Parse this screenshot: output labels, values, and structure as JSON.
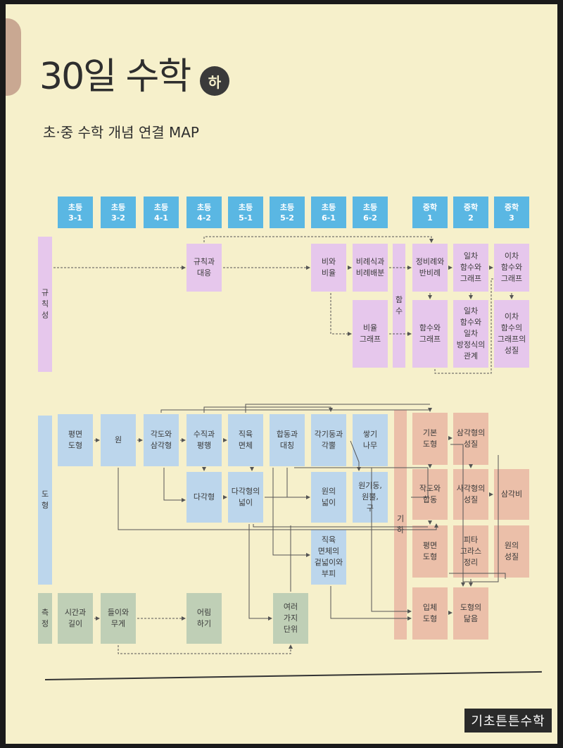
{
  "title": "30일 수학",
  "title_badge": "하",
  "subtitle": "초·중 수학 개념 연결 MAP",
  "headers": [
    "초등\n3-1",
    "초등\n3-2",
    "초등\n4-1",
    "초등\n4-2",
    "초등\n5-1",
    "초등\n5-2",
    "초등\n6-1",
    "초등\n6-2",
    "중학\n1",
    "중학\n2",
    "중학\n3"
  ],
  "sections": {
    "regularity": "규\n칙\n성",
    "function": "함\n수",
    "figure": "도\n형",
    "geometry": "기\n하",
    "measure": "측\n정"
  },
  "boxes": {
    "rule_relation": "규칙과\n대응",
    "ratio": "비와\n비율",
    "proportion": "비례식과\n비례배분",
    "ratio_graph": "비율\n그래프",
    "direct_inverse": "정비례와\n반비례",
    "func_graph": "함수와\n그래프",
    "linear_func": "일차\n함수와\n그래프",
    "linear_eq": "일차\n함수와\n일차\n방정식의\n관계",
    "quad_func": "이차\n함수와\n그래프",
    "quad_props": "이차\n함수의\n그래프의\n성질",
    "plane_figure": "평면\n도형",
    "circle": "원",
    "angle_triangle": "각도와\n삼각형",
    "perp_parallel": "수직과\n평행",
    "cuboid": "직육\n면체",
    "congruence": "합동과\n대칭",
    "prism_pyramid": "각기둥과\n각뿔",
    "stacking": "쌓기\n나무",
    "polygon": "다각형",
    "polygon_area": "다각형의\n넓이",
    "circle_area": "원의\n넓이",
    "cyl_cone": "원기둥,\n원뿔,\n구",
    "cuboid_volume": "직육\n면체의\n겉넓이와\n부피",
    "basic_figure": "기본\n도형",
    "construct_congruence": "작도와\n합동",
    "plane_fig_ms": "평면\n도형",
    "solid_fig": "입체\n도형",
    "triangle_props": "삼각형의\n성질",
    "quad_props2": "사각형의\n성질",
    "pythagoras": "피타\n고라스\n정리",
    "similarity": "도형의\n닮음",
    "trig": "삼각비",
    "circle_props": "원의\n성질",
    "time_length": "시간과\n길이",
    "volume_weight": "들이와\n무게",
    "approx": "어림\n하기",
    "units": "여러\n가지\n단위"
  },
  "watermark": "기초튼튼수학",
  "colors": {
    "header": "#5ab7e3",
    "regularity": "#e6c7ec",
    "figure": "#bcd6ec",
    "geometry": "#ebbfa9",
    "measure": "#bfcfb6",
    "page": "#f6f0cb"
  }
}
